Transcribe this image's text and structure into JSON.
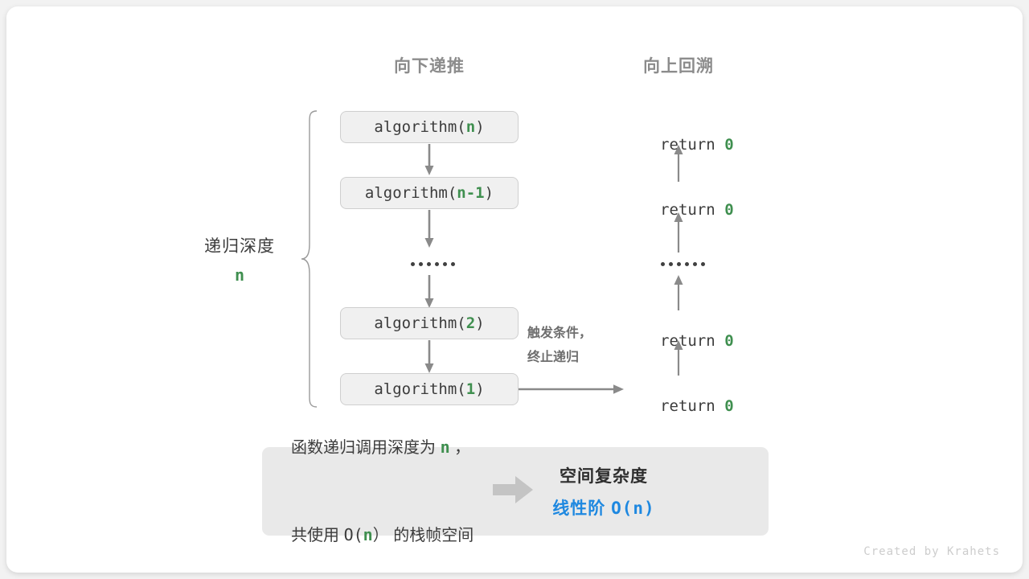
{
  "diagram": {
    "title_left": "向下递推",
    "title_right": "向上回溯",
    "depth": {
      "label": "递归深度",
      "value": "n"
    },
    "trigger_note": {
      "line1": "触发条件，",
      "line2": "终止递归"
    },
    "call_stack": [
      {
        "prefix": "algorithm(",
        "arg": "n",
        "suffix": ")"
      },
      {
        "prefix": "algorithm(",
        "arg": "n-1",
        "suffix": ")"
      },
      {
        "prefix": "algorithm(",
        "arg": "2",
        "suffix": ")"
      },
      {
        "prefix": "algorithm(",
        "arg": "1",
        "suffix": ")"
      }
    ],
    "returns": [
      {
        "keyword": "return ",
        "value": "0"
      },
      {
        "keyword": "return ",
        "value": "0"
      },
      {
        "keyword": "return ",
        "value": "0"
      },
      {
        "keyword": "return ",
        "value": "0"
      }
    ],
    "ellipsis_dots": 6
  },
  "info": {
    "line1_a": "函数递归调用深度为 ",
    "line1_n": "n",
    "line1_b": " ，",
    "line2_a": "共使用 ",
    "line2_o": "O(",
    "line2_n": "n",
    "line2_c": "）",
    "line2_b": " 的栈帧空间",
    "result_title": "空间复杂度",
    "result_value_cn": "线性阶 ",
    "result_value_mono": "O(n)"
  },
  "credit": "Created by Krahets",
  "colors": {
    "green": "#3f8f4f",
    "blue": "#1e88e0",
    "gray_text": "#3c3c3c",
    "header_gray": "#8c8c8c",
    "box_fill": "#f0f0f0",
    "box_border": "#cfcfcf",
    "panel_fill": "#e9e9e9",
    "arrow_gray": "#8a8a8a"
  }
}
